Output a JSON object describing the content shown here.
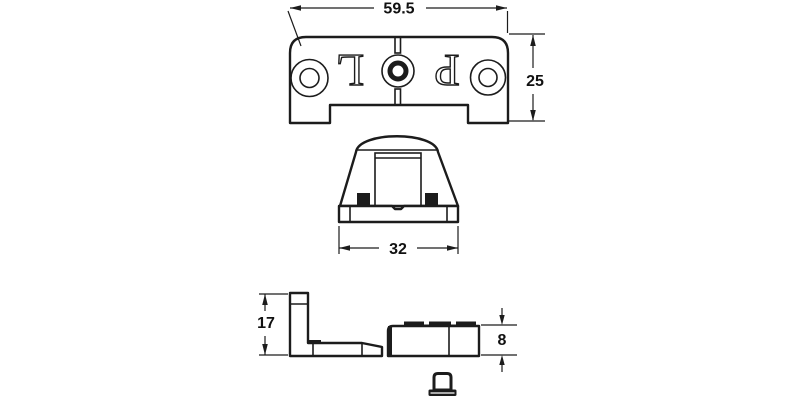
{
  "drawing": {
    "plate": {
      "letter_left": "L",
      "letter_right": "P"
    },
    "dimensions": {
      "plate_width": "59.5",
      "plate_height": "25",
      "clip_width": "32",
      "bracket_height": "17",
      "cover_height": "8"
    },
    "colors": {
      "line": "#1c1c1c",
      "background": "#ffffff"
    }
  }
}
